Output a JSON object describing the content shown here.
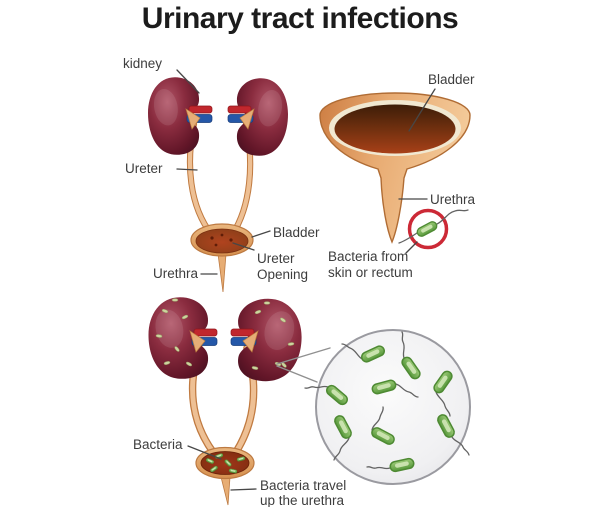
{
  "title": "Urinary tract infections",
  "anatomy_diagram": {
    "labels": {
      "kidney": "kidney",
      "ureter": "Ureter",
      "bladder": "Bladder",
      "ureter_opening": [
        "Ureter",
        "Opening"
      ],
      "urethra": "Urethra"
    }
  },
  "bladder_closeup": {
    "labels": {
      "bladder": "Bladder",
      "urethra": "Urethra",
      "bacteria_source": [
        "Bacteria from",
        "skin or rectum"
      ]
    }
  },
  "infection_diagram": {
    "labels": {
      "bacteria": "Bacteria",
      "bacteria_travel": [
        "Bacteria travel",
        "up the urethra"
      ]
    }
  },
  "colors": {
    "title_text": "#1c1c1c",
    "label_text": "#3d3d3d",
    "kidney_maroon": "#7c2738",
    "artery_red": "#c1272d",
    "vein_blue": "#2457a8",
    "ureter_tan": "#eec094",
    "bladder_wall_tan": "#e2a06a",
    "bladder_interior_brown": "#96401a",
    "bacteria_green": "#6fae4e",
    "alert_circle_red": "#cc2936",
    "magnifier_fill": "#efeff1"
  }
}
